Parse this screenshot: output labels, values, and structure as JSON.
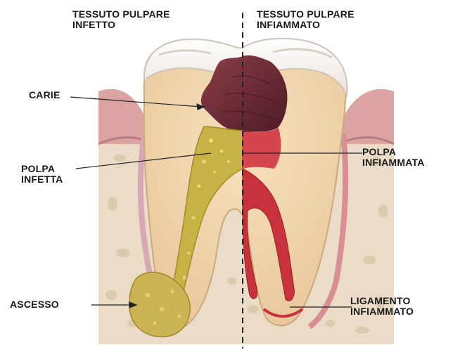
{
  "header": {
    "left_line1": "TESSUTO PULPARE",
    "left_line2": "INFETTO",
    "right_line1": "TESSUTO PULPARE",
    "right_line2": "INFIAMMATO"
  },
  "labels": {
    "carie": "CARIE",
    "polpa_infetta_1": "POLPA",
    "polpa_infetta_2": "INFETTA",
    "polpa_infiammata_1": "POLPA",
    "polpa_infiammata_2": "INFIAMMATA",
    "ascesso": "ASCESSO",
    "ligamento_1": "LIGAMENTO",
    "ligamento_2": "INFIAMMATO"
  },
  "colors": {
    "bone": "#eadcc6",
    "gum": "#dca3a3",
    "enamel": "#f4efe8",
    "dentin": "#f2d8b0",
    "caries": "#6b2a35",
    "infected_pulp": "#c8b246",
    "inflamed_pulp": "#c8323c",
    "abscess": "#cdb453"
  }
}
